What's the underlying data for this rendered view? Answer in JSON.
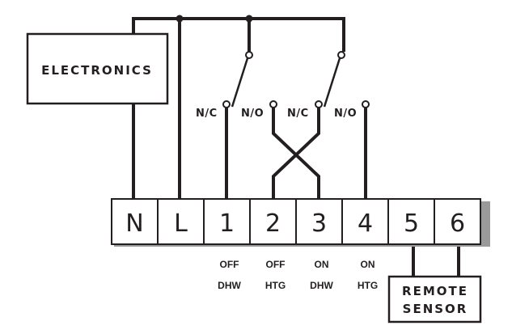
{
  "diagram": {
    "title_boxes": {
      "electronics": "ELECTRONICS",
      "remote_sensor_line1": "REMOTE",
      "remote_sensor_line2": "SENSOR"
    },
    "contacts": [
      {
        "label": "N/C",
        "switch": "A"
      },
      {
        "label": "N/O",
        "switch": "A"
      },
      {
        "label": "N/C",
        "switch": "B"
      },
      {
        "label": "N/O",
        "switch": "B"
      }
    ],
    "terminals": [
      {
        "label": "N",
        "function_top": "",
        "function_bottom": ""
      },
      {
        "label": "L",
        "function_top": "",
        "function_bottom": ""
      },
      {
        "label": "1",
        "function_top": "OFF",
        "function_bottom": "DHW"
      },
      {
        "label": "2",
        "function_top": "OFF",
        "function_bottom": "HTG"
      },
      {
        "label": "3",
        "function_top": "ON",
        "function_bottom": "DHW"
      },
      {
        "label": "4",
        "function_top": "ON",
        "function_bottom": "HTG"
      },
      {
        "label": "5",
        "function_top": "",
        "function_bottom": ""
      },
      {
        "label": "6",
        "function_top": "",
        "function_bottom": ""
      }
    ],
    "colors": {
      "line": "#231f20",
      "background": "#ffffff",
      "shadow": "#9a9a9a"
    }
  }
}
